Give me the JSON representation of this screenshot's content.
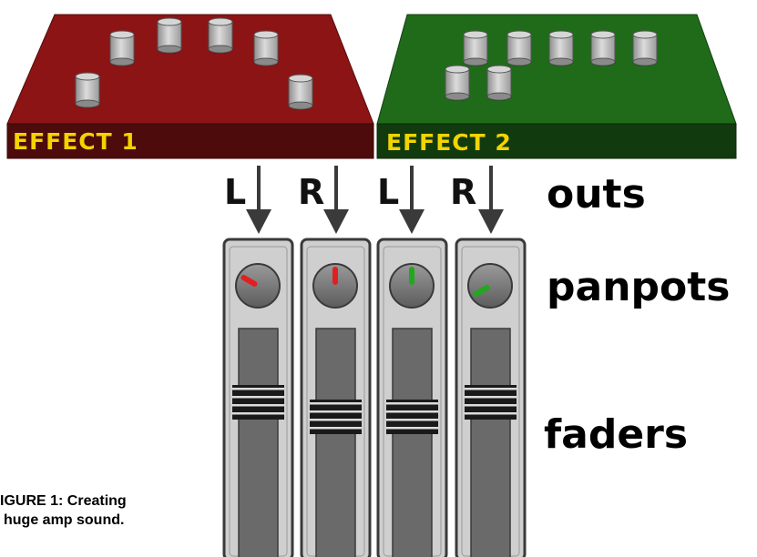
{
  "effects": [
    {
      "label": "EFFECT 1",
      "color": "#8c1414"
    },
    {
      "label": "EFFECT 2",
      "color": "#1f6b1a"
    }
  ],
  "outputs": [
    "L",
    "R",
    "L",
    "R"
  ],
  "panpots": [
    {
      "color": "#e02020"
    },
    {
      "color": "#e02020"
    },
    {
      "color": "#22a81e"
    },
    {
      "color": "#22a81e"
    }
  ],
  "labels": {
    "outs": "outs",
    "panpots": "panpots",
    "faders": "faders"
  },
  "caption": {
    "line1": "IGURE 1: Creating",
    "line2": "huge amp sound."
  }
}
